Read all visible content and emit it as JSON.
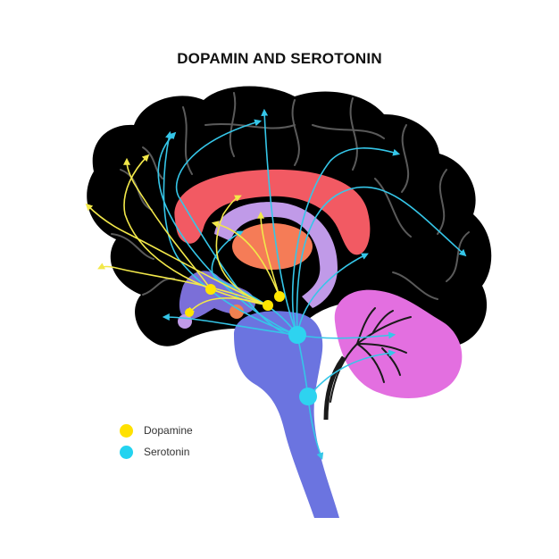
{
  "title": "DOPAMIN AND SEROTONIN",
  "colors": {
    "brain": "#000000",
    "gyri_lines": "#5a5a5a",
    "corpus_callosum": "#f25a63",
    "thalamus": "#f57c57",
    "fornix": "#c09ae8",
    "hypothalamus": "#7b6fd8",
    "brainstem": "#6b74e0",
    "cerebellum": "#e36fe0",
    "amygdala": "#f08050",
    "dopamine": "#ffe600",
    "serotonin": "#2ed3f0",
    "dopamine_path": "#f2e84a",
    "serotonin_path": "#35c6e8"
  },
  "legend": {
    "items": [
      {
        "label": "Dopamine",
        "color": "#ffe100"
      },
      {
        "label": "Serotonin",
        "color": "#23d3f0"
      }
    ]
  }
}
